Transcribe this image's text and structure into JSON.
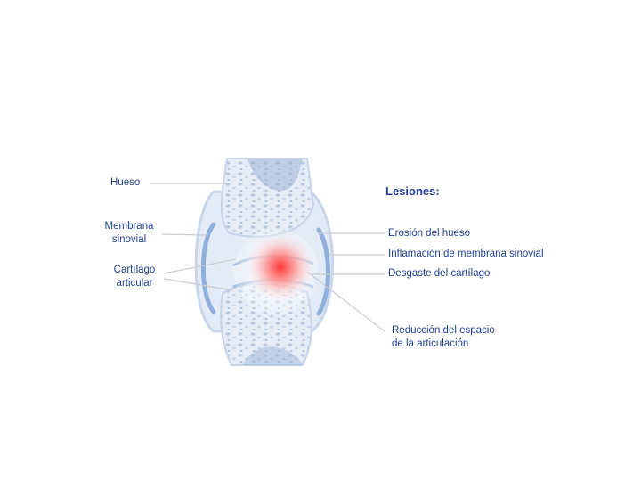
{
  "left_labels": {
    "bone": "Hueso",
    "synovial_membrane": [
      "Membrana",
      "sinovial"
    ],
    "articular_cartilage": [
      "Cartílago",
      "articular"
    ]
  },
  "lesions": {
    "heading": "Lesiones:",
    "bone_erosion": "Erosión del hueso",
    "membrane_inflammation": "Inflamación de membrana sinovial",
    "cartilage_wear": "Desgaste del cartílago",
    "joint_space_reduction": [
      "Reducción del espacio",
      "de la articulación"
    ]
  },
  "colors": {
    "text": "#1f3f8f",
    "bone": "#dce6f3",
    "bone_texture": "#a9bedb",
    "membrane": "#8fb0db",
    "inflammation": "#ff3030",
    "leader_line": "#c9ccd2"
  }
}
